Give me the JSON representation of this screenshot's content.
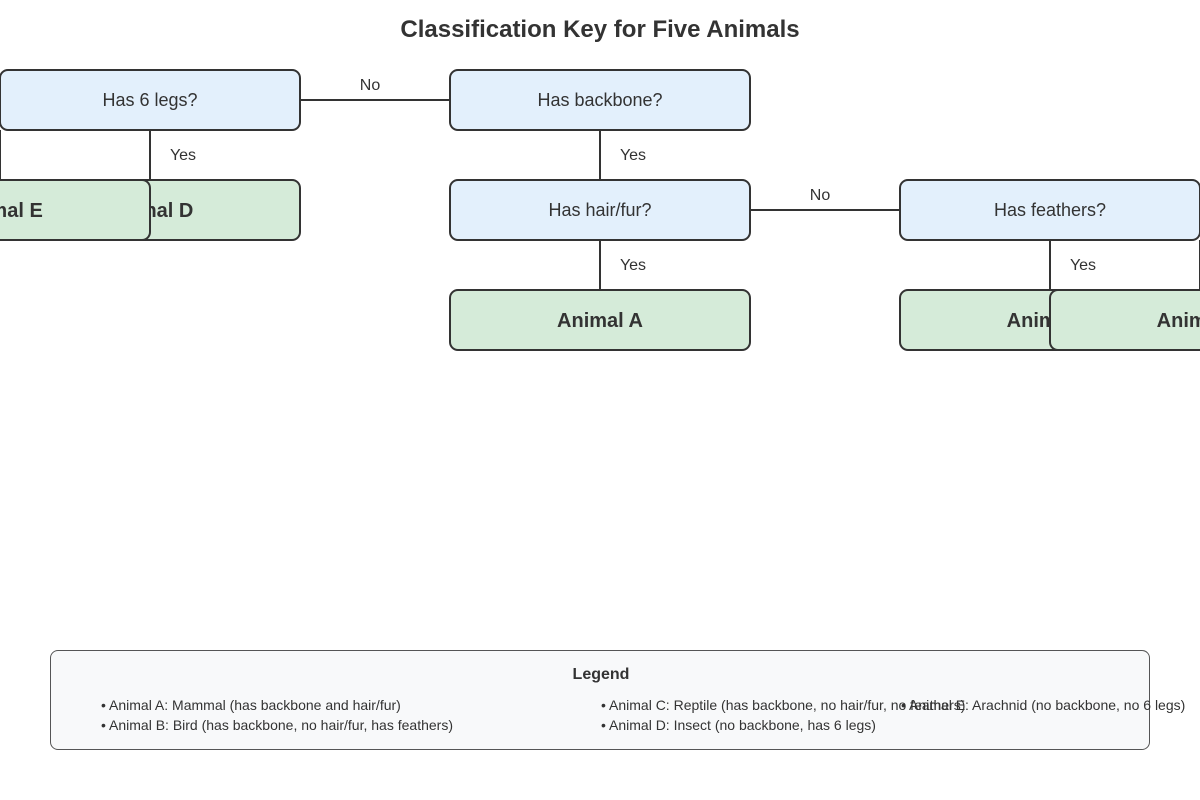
{
  "title": "Classification Key for Five Animals",
  "colors": {
    "question_fill": "#e3f0fc",
    "result_fill": "#d5ebd9",
    "stroke": "#333333",
    "text": "#333333",
    "legend_fill": "#f8f9fa"
  },
  "nodes": [
    {
      "id": "q_legs",
      "kind": "question",
      "label": "Has 6 legs?"
    },
    {
      "id": "q_backbone",
      "kind": "question",
      "label": "Has backbone?"
    },
    {
      "id": "r_animal_d",
      "kind": "result",
      "label": "Animal D"
    },
    {
      "id": "r_animal_e",
      "kind": "result",
      "label": "Animal E"
    },
    {
      "id": "q_hair",
      "kind": "question",
      "label": "Has hair/fur?"
    },
    {
      "id": "q_feathers",
      "kind": "question",
      "label": "Has feathers?"
    },
    {
      "id": "r_animal_a",
      "kind": "result",
      "label": "Animal A"
    },
    {
      "id": "r_animal_c",
      "kind": "result",
      "label": "Animal C"
    },
    {
      "id": "r_animal_b",
      "kind": "result",
      "label": "Animal B"
    }
  ],
  "edges": [
    {
      "from": "q_legs",
      "to": "q_backbone",
      "label": "No"
    },
    {
      "from": "q_legs",
      "to": "r_animal_d",
      "label": "Yes"
    },
    {
      "from": "q_legs",
      "to": "r_animal_e",
      "label": ""
    },
    {
      "from": "q_backbone",
      "to": "q_hair",
      "label": "Yes"
    },
    {
      "from": "q_hair",
      "to": "q_feathers",
      "label": "No"
    },
    {
      "from": "q_hair",
      "to": "r_animal_a",
      "label": "Yes"
    },
    {
      "from": "q_feathers",
      "to": "r_animal_c",
      "label": "Yes"
    },
    {
      "from": "q_feathers",
      "to": "r_animal_b",
      "label": ""
    }
  ],
  "legend": {
    "title": "Legend",
    "items": [
      "• Animal A: Mammal (has backbone and hair/fur)",
      "• Animal B: Bird (has backbone, no hair/fur, has feathers)",
      "• Animal C: Reptile (has backbone, no hair/fur, no feathers)",
      "• Animal D: Insect (no backbone, has 6 legs)",
      "• Animal E: Arachnid (no backbone, no 6 legs)"
    ]
  }
}
